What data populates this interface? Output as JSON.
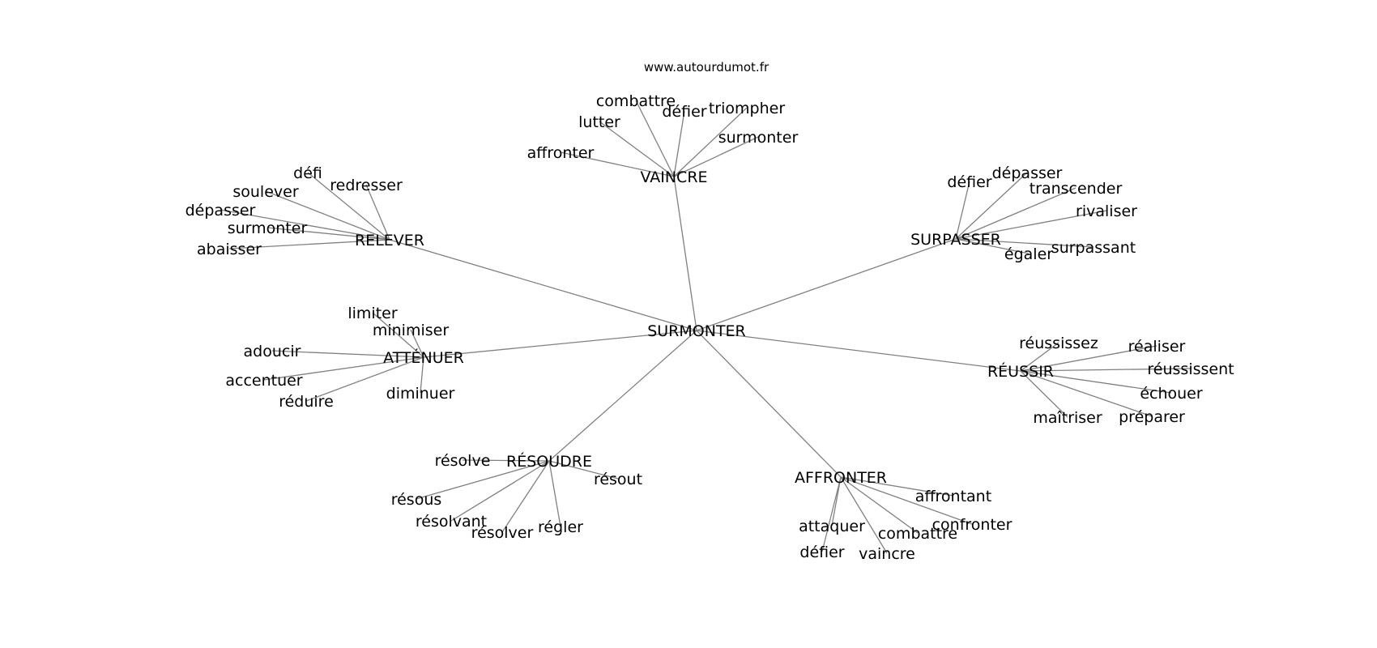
{
  "source": "www.autourdumot.fr",
  "center": "SURMONTER",
  "groups": [
    {
      "label": "VAINCRE",
      "words": [
        "combattre",
        "défier",
        "triompher",
        "lutter",
        "surmonter",
        "affronter"
      ]
    },
    {
      "label": "RELEVER",
      "words": [
        "défi",
        "redresser",
        "soulever",
        "dépasser",
        "surmonter",
        "abaisser"
      ]
    },
    {
      "label": "SURPASSER",
      "words": [
        "défier",
        "dépasser",
        "transcender",
        "rivaliser",
        "surpassant",
        "égaler"
      ]
    },
    {
      "label": "ATTÉNUER",
      "words": [
        "limiter",
        "minimiser",
        "adoucir",
        "accentuer",
        "réduire",
        "diminuer"
      ]
    },
    {
      "label": "RÉUSSIR",
      "words": [
        "réussissez",
        "réaliser",
        "réussissent",
        "échouer",
        "préparer",
        "maîtriser"
      ]
    },
    {
      "label": "RÉSOUDRE",
      "words": [
        "résolve",
        "résout",
        "résous",
        "résolvant",
        "résolver",
        "régler"
      ]
    },
    {
      "label": "AFFRONTER",
      "words": [
        "affrontant",
        "confronter",
        "combattre",
        "vaincre",
        "défier",
        "attaquer"
      ]
    }
  ]
}
